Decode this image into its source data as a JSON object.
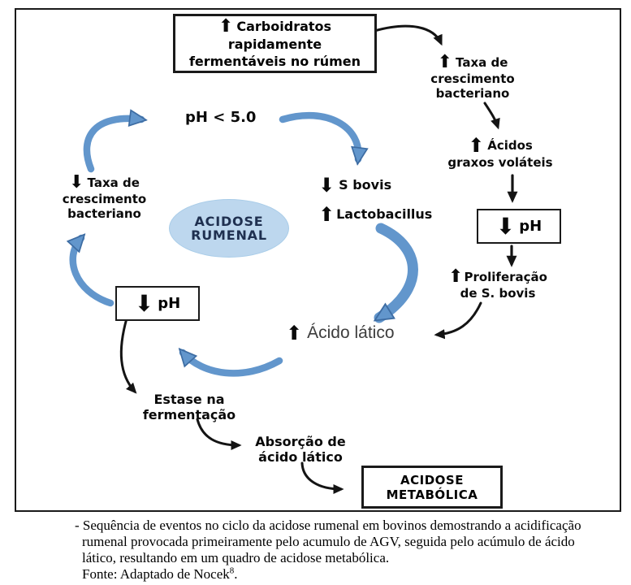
{
  "glyphs": {
    "up": "⬆",
    "down": "⬇"
  },
  "colors": {
    "arrow_blue": "#6296CC",
    "arrow_blue_edge": "#3E6DA3",
    "ellipse_fill": "#BDD7EE",
    "ellipse_text": "#1F3050",
    "black_arrow": "#141414"
  },
  "nodes": {
    "carb_box": {
      "line1": "Carboidratos",
      "line2": "rapidamente",
      "line3": "fermentáveis no rúmen"
    },
    "taxa_right": {
      "line1": "Taxa de",
      "line2": "crescimento",
      "line3": "bacteriano"
    },
    "acidos": {
      "line1": "Ácidos",
      "line2": "graxos voláteis"
    },
    "ph_right": {
      "label": "pH"
    },
    "proliferacao": {
      "line1": "Proliferação",
      "line2": "de S. bovis"
    },
    "acido_latico": {
      "label": "Ácido lático"
    },
    "ph_threshold": {
      "label": "pH < 5.0"
    },
    "s_bovis": {
      "label": "S bovis"
    },
    "lactobacillus": {
      "label": "Lactobacillus"
    },
    "ellipse": {
      "line1": "ACIDOSE",
      "line2": "RUMENAL"
    },
    "taxa_left": {
      "line1": "Taxa de",
      "line2": "crescimento",
      "line3": "bacteriano"
    },
    "ph_left": {
      "label": "pH"
    },
    "estase": {
      "line1": "Estase na",
      "line2": "fermentação"
    },
    "absorcao": {
      "line1": "Absorção de",
      "line2": "ácido lático"
    },
    "metabolica_box": {
      "line1": "ACIDOSE",
      "line2": "METABÓLICA"
    }
  },
  "caption": {
    "line1": "- Sequência de eventos no ciclo da acidose rumenal em bovinos demostrando a acidificação",
    "line2": "rumenal provocada primeiramente pelo acumulo de AGV, seguida pelo acúmulo de ácido",
    "line3": "lático, resultando em um quadro de acidose metabólica.",
    "fonte_text": "Fonte: Adaptado de Nocek",
    "fonte_sup": "8",
    "fonte_period": "."
  }
}
